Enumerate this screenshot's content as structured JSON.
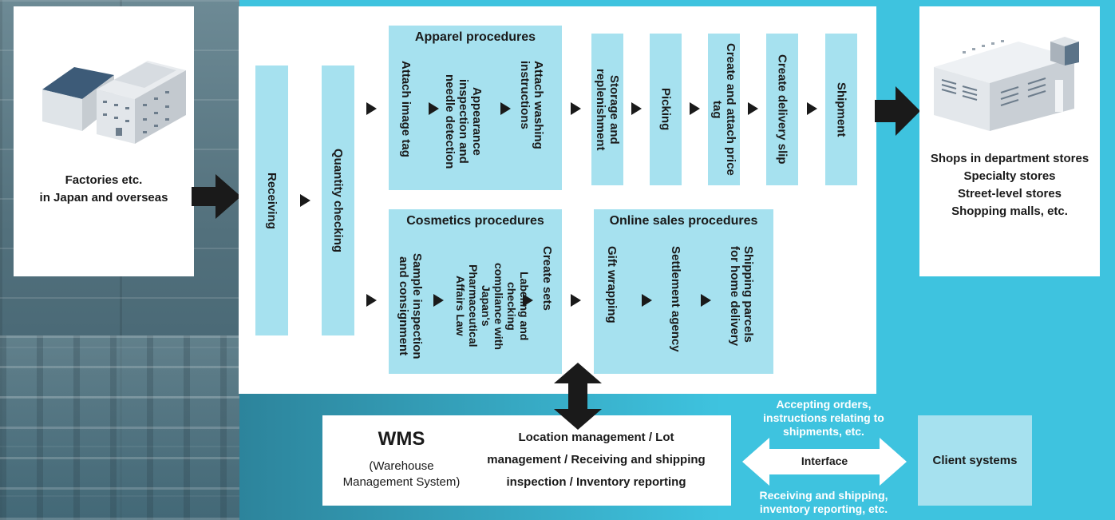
{
  "source": {
    "label_line1": "Factories etc.",
    "label_line2": "in Japan and overseas"
  },
  "steps": {
    "receiving": "Receiving",
    "quantity_checking": "Quantity checking",
    "storage": "Storage and replenishment",
    "picking": "Picking",
    "price_tag": "Create and attach price tag",
    "delivery_slip": "Create delivery slip",
    "shipment": "Shipment"
  },
  "apparel": {
    "title": "Apparel procedures",
    "step1": "Attach image tag",
    "step2": "Appearance\ninspection and\nneedle detection",
    "step3": "Attach washing\ninstructions"
  },
  "cosmetics": {
    "title": "Cosmetics procedures",
    "step1": "Sample inspection\nand consignment",
    "step2": "Labeling and checking\ncompliance with\nJapan's Pharmaceutical\nAffairs Law",
    "step3": "Create sets"
  },
  "online": {
    "title": "Online sales procedures",
    "step1": "Gift wrapping",
    "step2": "Settlement agency",
    "step3": "Shipping parcels\nfor home delivery"
  },
  "destination": {
    "line1": "Shops in department stores",
    "line2": "Specialty stores",
    "line3": "Street-level stores",
    "line4": "Shopping malls, etc."
  },
  "wms": {
    "title": "WMS",
    "subtitle_line1": "(Warehouse",
    "subtitle_line2": "Management System)",
    "desc_line1": "Location management / Lot",
    "desc_line2": "management / Receiving and shipping",
    "desc_line3": "inspection / Inventory reporting"
  },
  "interface": {
    "top_line1": "Accepting orders,",
    "top_line2": "instructions relating to",
    "top_line3": "shipments, etc.",
    "label": "Interface",
    "bottom_line1": "Receiving and shipping,",
    "bottom_line2": "inventory reporting, etc."
  },
  "client": {
    "label": "Client systems"
  },
  "colors": {
    "process_box": "#a6e1ef",
    "background": "#3ec3df",
    "arrow": "#1a1a1a"
  }
}
